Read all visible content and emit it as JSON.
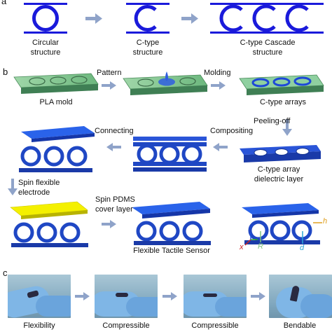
{
  "panel_a": {
    "letter": "a",
    "steps": [
      {
        "line1": "Circular",
        "line2": "structure"
      },
      {
        "line1": "C-type",
        "line2": "structure"
      },
      {
        "line1": "C-type Cascade",
        "line2": "structure"
      }
    ]
  },
  "panel_b": {
    "letter": "b",
    "pla_mold": "PLA mold",
    "pattern": "Pattern",
    "molding": "Molding",
    "c_type_arrays": "C-type arrays",
    "peeling_off": "Peeling-off",
    "connecting": "Connecting",
    "compositing": "Compositing",
    "array_line1": "C-type  array",
    "array_line2": "dielectric layer",
    "spin_electrode_1": "Spin flexible",
    "spin_electrode_2": "electrode",
    "spin_pdms_1": "Spin PDMS",
    "spin_pdms_2": "cover layer",
    "sensor_title": "Flexible Tactile Sensor",
    "dim_h": "h",
    "dim_r": "R",
    "dim_d": "d",
    "axis_x": "x"
  },
  "panel_c": {
    "letter": "c",
    "captions": [
      "Flexibility",
      "Compressible",
      "Compressible",
      "Bendable"
    ]
  },
  "colors": {
    "structure_blue": "#1a1adb",
    "arrow_gray": "#8fa3c9",
    "pdms_blue": "#2255dd",
    "electrode_yellow": "#f4f000",
    "mold_green": "#7ec48f",
    "dim_h": "#e0a020",
    "dim_r": "#7fc47f",
    "dim_d": "#2aa6d8",
    "axis_x": "#cc2222"
  }
}
